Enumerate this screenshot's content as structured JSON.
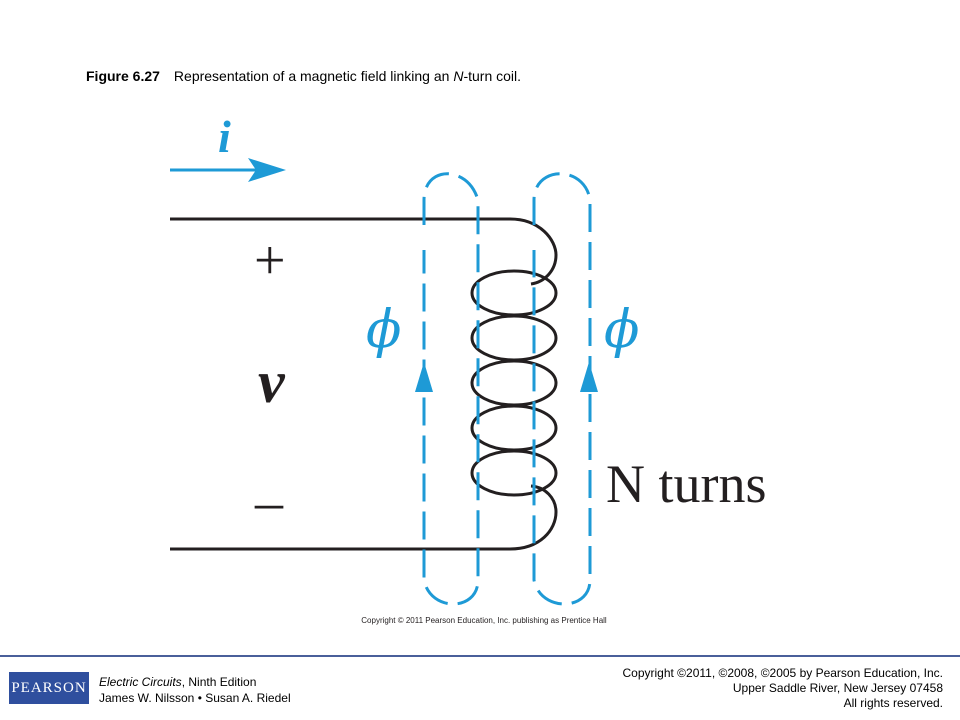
{
  "caption": {
    "figure_number": "Figure 6.27",
    "text_before": "Representation of a magnetic field linking an ",
    "text_italic": "N",
    "text_after": "-turn coil."
  },
  "diagram": {
    "current_label": "i",
    "plus_label": "+",
    "voltage_label": "v",
    "minus_label": "–",
    "flux_label_left": "ϕ",
    "flux_label_right": "ϕ",
    "turns_label": "N turns",
    "image_copyright": "Copyright © 2011 Pearson Education, Inc. publishing as Prentice Hall",
    "colors": {
      "flux": "#1e9ad6",
      "wire": "#231f20"
    }
  },
  "footer": {
    "logo_text": "PEARSON",
    "book_title": "Electric Circuits",
    "book_edition": ", Ninth Edition",
    "authors": "James W. Nilsson • Susan A. Riedel",
    "copyright_line1": "Copyright ©2011, ©2008, ©2005 by Pearson Education, Inc.",
    "copyright_line2": "Upper Saddle River, New Jersey 07458",
    "copyright_line3": "All rights reserved."
  }
}
